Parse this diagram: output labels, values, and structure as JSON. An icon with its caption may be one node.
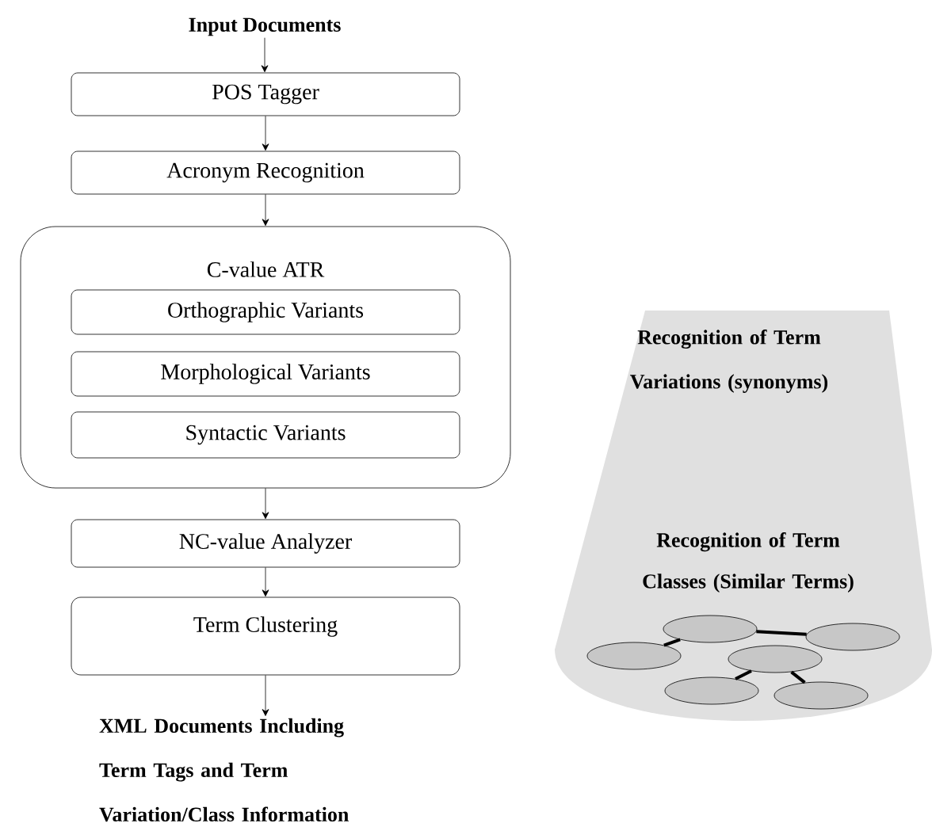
{
  "diagram": {
    "nodes": [
      {
        "text": [
          "Input Documents"
        ]
      },
      {
        "text": [
          "POS Tagger"
        ]
      },
      {
        "text": [
          "Acronym Recognition"
        ]
      },
      {
        "text": [
          "C-value ATR"
        ]
      },
      {
        "text": [
          "Orthographic Variants"
        ],
        "in": 3
      },
      {
        "text": [
          "Morphological Variants"
        ],
        "in": 3
      },
      {
        "text": [
          "Syntactic Variants"
        ],
        "in": 3
      },
      {
        "text": [
          "NC-value Analyzer"
        ]
      },
      {
        "text": [
          "Term Clustering"
        ]
      },
      {
        "text": [
          "XML Documents Including Term Tags and Term Variation/Class Information"
        ]
      },
      {
        "text": [
          "Recognition of Term Variations (synonyms)",
          "Recognition of Term Classes (Similar Terms)"
        ]
      },
      {
        "text": [],
        "shape": "ellipse",
        "in": 10
      },
      {
        "text": [],
        "shape": "ellipse",
        "in": 10
      },
      {
        "text": [],
        "shape": "ellipse",
        "in": 10
      },
      {
        "text": [],
        "shape": "ellipse",
        "in": 10
      },
      {
        "text": [],
        "shape": "ellipse",
        "in": 10
      },
      {
        "text": [],
        "shape": "ellipse",
        "in": 10
      }
    ],
    "edges": [
      {
        "from": 0,
        "to": 1,
        "arrow": "to"
      },
      {
        "from": 1,
        "to": 2,
        "arrow": "to"
      },
      {
        "from": 2,
        "to": 3,
        "arrow": "to"
      },
      {
        "from": 3,
        "to": 7,
        "arrow": "to"
      },
      {
        "from": 7,
        "to": 8,
        "arrow": "to"
      },
      {
        "from": 8,
        "to": 9,
        "arrow": "to"
      },
      {
        "from": 11,
        "to": 12,
        "arrow": "none",
        "style": "thick"
      },
      {
        "from": 11,
        "to": 13,
        "arrow": "none",
        "style": "thick"
      },
      {
        "from": 14,
        "to": 15,
        "arrow": "none",
        "style": "thick"
      },
      {
        "from": 14,
        "to": 16,
        "arrow": "none",
        "style": "thick"
      }
    ]
  }
}
